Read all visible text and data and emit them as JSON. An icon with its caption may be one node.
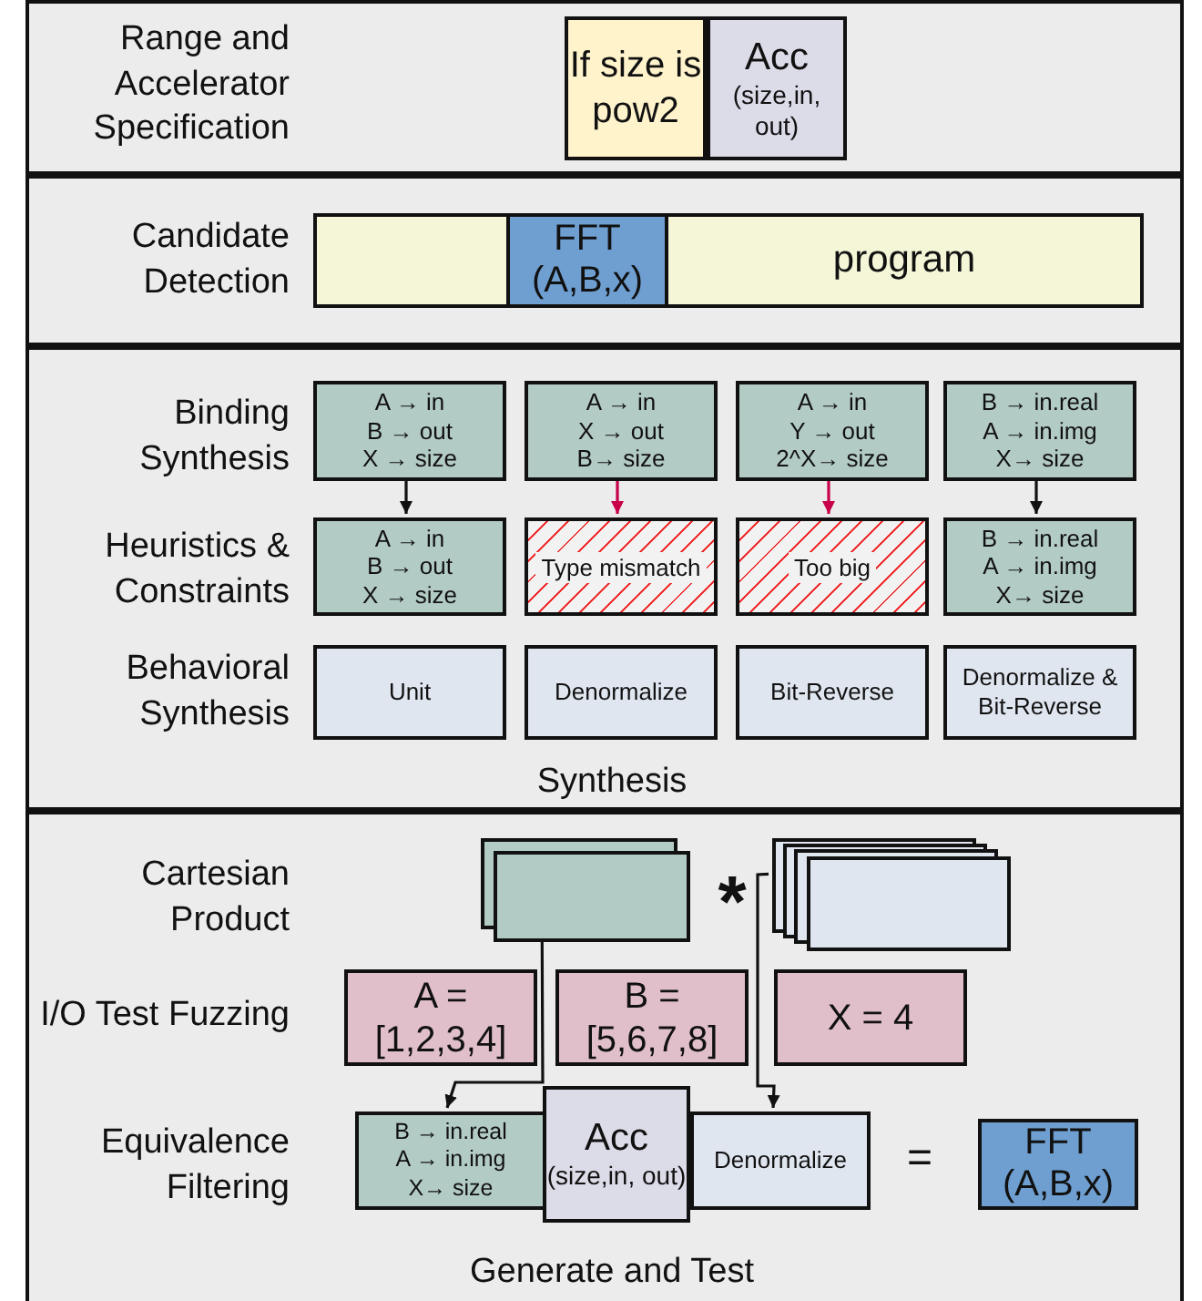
{
  "diagram": {
    "nodes": [
      {
        "text": [
          "Range and Accelerator Specification"
        ]
      },
      {
        "text": [
          "If size is pow2"
        ],
        "in": 0
      },
      {
        "text": [
          "Acc",
          "(size,in, out)"
        ],
        "in": 0
      },
      {
        "text": [
          "Candidate Detection"
        ]
      },
      {
        "text": [
          "program"
        ],
        "in": 3
      },
      {
        "text": [
          "FFT (A,B,x)"
        ],
        "in": 4
      },
      {
        "text": [
          "Binding Synthesis",
          "Heuristics & Constraints",
          "Behavioral Synthesis",
          "Synthesis"
        ]
      },
      {
        "text": [
          "A → in",
          "B → out",
          "X → size"
        ],
        "in": 6
      },
      {
        "text": [
          "A → in",
          "X → out",
          "B→ size"
        ],
        "in": 6
      },
      {
        "text": [
          "A → in",
          "Y → out",
          "2^X→ size"
        ],
        "in": 6
      },
      {
        "text": [
          "B → in.real",
          "A → in.img",
          "X→ size"
        ],
        "in": 6
      },
      {
        "text": [
          "A → in",
          "B → out",
          "X → size"
        ],
        "in": 6
      },
      {
        "text": [
          "Type mismatch"
        ],
        "in": 6
      },
      {
        "text": [
          "Too big"
        ],
        "in": 6
      },
      {
        "text": [
          "B → in.real",
          "A → in.img",
          "X→ size"
        ],
        "in": 6
      },
      {
        "text": [
          "Unit"
        ],
        "in": 6
      },
      {
        "text": [
          "Denormalize"
        ],
        "in": 6
      },
      {
        "text": [
          "Bit-Reverse"
        ],
        "in": 6
      },
      {
        "text": [
          "Denormalize & Bit-Reverse"
        ],
        "in": 6
      },
      {
        "text": [
          "Cartesian Product",
          "I/O Test Fuzzing",
          "Equivalence Filtering",
          "Generate and Test"
        ]
      },
      {
        "text": [],
        "shape": "box",
        "in": 19
      },
      {
        "text": [],
        "shape": "box",
        "in": 19
      },
      {
        "text": [
          "A = [1,2,3,4]"
        ],
        "in": 19
      },
      {
        "text": [
          "B = [5,6,7,8]"
        ],
        "in": 19
      },
      {
        "text": [
          "X = 4"
        ],
        "in": 19
      },
      {
        "text": [
          "B → in.real",
          "A → in.img",
          "X→ size"
        ],
        "in": 19
      },
      {
        "text": [
          "Acc",
          "(size,in, out)"
        ],
        "in": 19
      },
      {
        "text": [
          "Denormalize"
        ],
        "in": 19
      },
      {
        "text": [
          "FFT (A,B,x)"
        ],
        "in": 19
      }
    ],
    "edges": [
      {
        "from": 7,
        "to": 11,
        "arrow": "to"
      },
      {
        "from": 8,
        "to": 12,
        "arrow": "to",
        "color": "#c8004a"
      },
      {
        "from": 9,
        "to": 13,
        "arrow": "to",
        "color": "#c8004a"
      },
      {
        "from": 10,
        "to": 14,
        "arrow": "to"
      },
      {
        "from": 20,
        "to": 25,
        "arrow": "to"
      },
      {
        "from": 21,
        "to": 27,
        "arrow": "to"
      }
    ],
    "labels": [
      "*",
      "="
    ]
  }
}
